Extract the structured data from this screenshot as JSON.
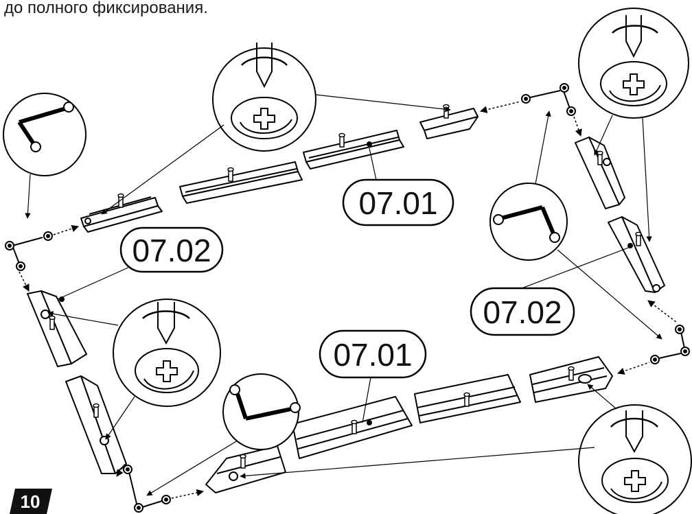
{
  "instructions": {
    "line2": "до полного  фиксирования."
  },
  "labels": {
    "top_rail": "07.01",
    "left_side": "07.02",
    "right_side": "07.02",
    "bottom_rail": "07.01"
  },
  "page_number": "10"
}
